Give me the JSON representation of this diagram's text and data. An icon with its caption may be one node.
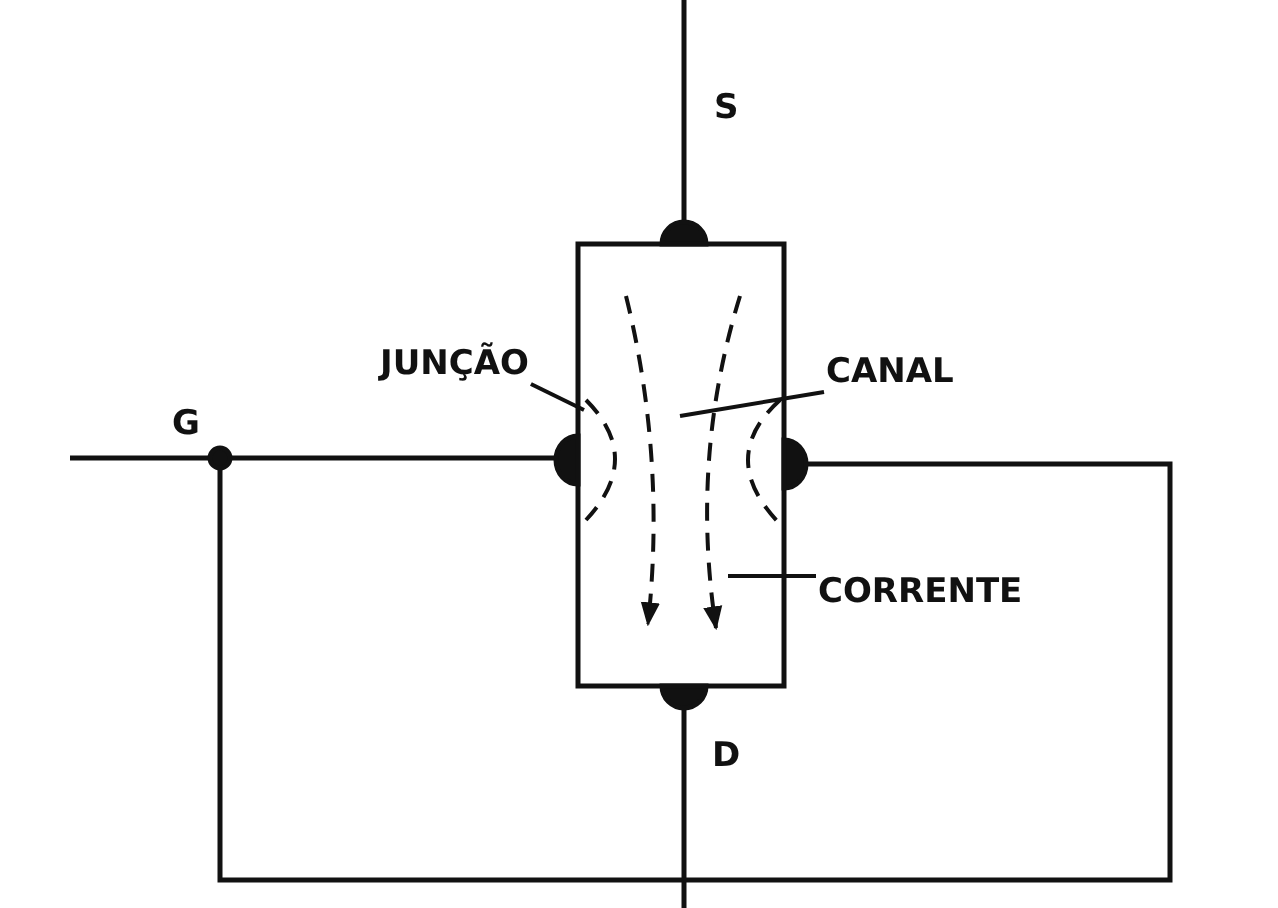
{
  "diagram": {
    "nodes": [
      {
        "text": [
          "JUNÇÃO"
        ]
      },
      {
        "text": [
          "CANAL"
        ]
      },
      {
        "text": [
          "CORRENTE"
        ]
      }
    ],
    "edges": [
      {
        "from": 0,
        "to": null,
        "arrow": "none"
      },
      {
        "from": 1,
        "to": null,
        "arrow": "none"
      },
      {
        "from": 2,
        "to": null,
        "arrow": "none"
      }
    ],
    "labels": [
      "S",
      "G",
      "D"
    ]
  }
}
